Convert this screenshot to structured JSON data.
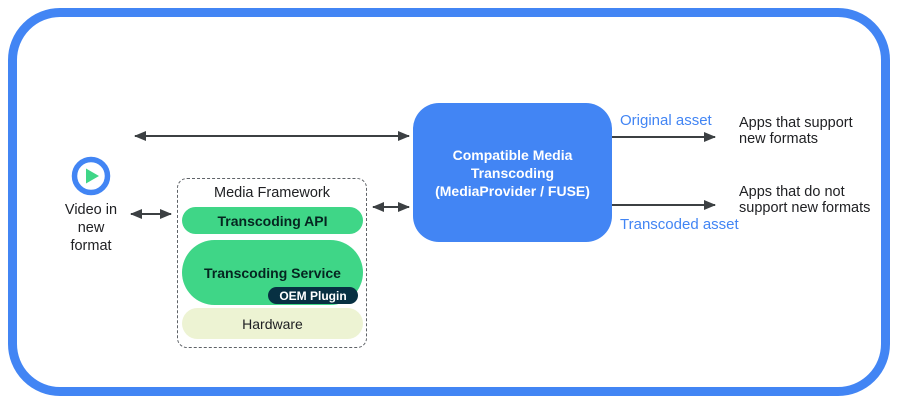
{
  "diagram": {
    "nodes": {
      "video_source": {
        "icon": "play-icon",
        "label": "Video in\nnew\nformat"
      },
      "media_framework": {
        "title": "Media Framework",
        "transcoding_api": "Transcoding API",
        "transcoding_service": "Transcoding Service",
        "oem_plugin": "OEM Plugin",
        "hardware": "Hardware"
      },
      "transcoder": {
        "label": "Compatible Media\nTranscoding\n(MediaProvider / FUSE)"
      },
      "apps_support": {
        "label": "Apps that support\nnew formats"
      },
      "apps_no_support": {
        "label": "Apps that do not\nsupport new formats"
      }
    },
    "edges": {
      "original_asset_label": "Original asset",
      "transcoded_asset_label": "Transcoded asset",
      "video_to_transcoder": "bidirectional",
      "video_to_framework": "bidirectional",
      "framework_to_transcoder": "bidirectional",
      "transcoder_to_apps_support": "right",
      "transcoder_to_apps_no_support": "right"
    },
    "colors": {
      "accent_blue": "#4285F4",
      "android_green": "#3FD687",
      "android_navy": "#073042",
      "pale_green": "#EDF3D3",
      "arrow_gray": "#3C4043",
      "text_dark": "#202124",
      "text_white": "#FFFFFF"
    }
  }
}
